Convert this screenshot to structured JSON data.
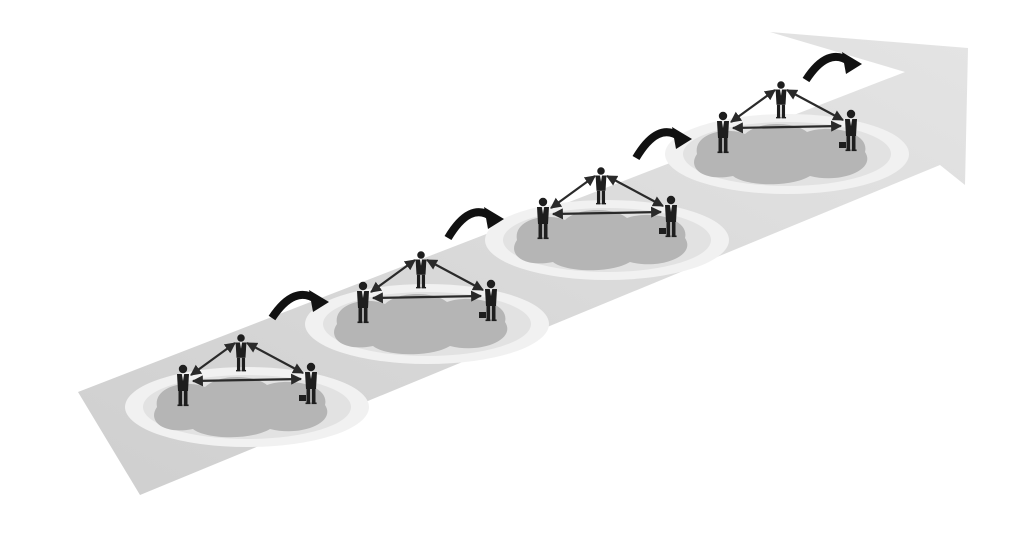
{
  "diagram": {
    "colors": {
      "background": "#ffffff",
      "arrow_fill": "#d9d9d9",
      "arrow_shade": "#cfcfcf",
      "halo_outer": "#f1f1f1",
      "halo_mid": "#e2e2e2",
      "cloud": "#b5b5b5",
      "figure": "#1e1e1e",
      "link": "#2a2a2a",
      "connector": "#111111"
    },
    "stages": [
      {
        "name": "stage-1"
      },
      {
        "name": "stage-2"
      },
      {
        "name": "stage-3"
      },
      {
        "name": "stage-4"
      }
    ],
    "connector_count": 4
  }
}
